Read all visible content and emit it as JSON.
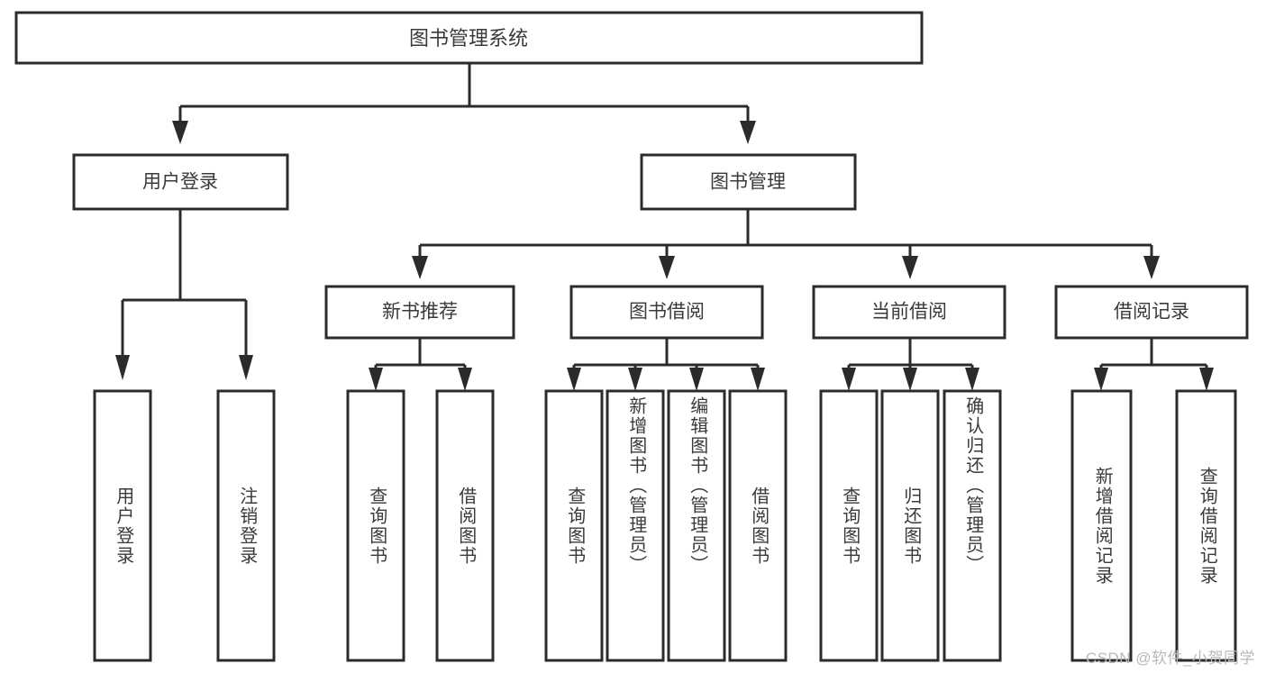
{
  "diagram": {
    "title": "图书管理系统",
    "type": "hierarchy-tree",
    "orientation": "top-down",
    "colors": {
      "background": "#ffffff",
      "box_border": "#2b2b2b",
      "box_fill": "#ffffff",
      "text": "#3a3a3a",
      "connector": "#2b2b2b",
      "watermark": "#b9b9b9"
    },
    "root": {
      "id": "root",
      "label": "图书管理系统"
    },
    "level2": [
      {
        "id": "user-login",
        "label": "用户登录"
      },
      {
        "id": "book-management",
        "label": "图书管理"
      }
    ],
    "level3": [
      {
        "id": "new-book-recommend",
        "label": "新书推荐"
      },
      {
        "id": "book-borrow",
        "label": "图书借阅"
      },
      {
        "id": "current-borrow",
        "label": "当前借阅"
      },
      {
        "id": "borrow-record",
        "label": "借阅记录"
      }
    ],
    "leaves": {
      "user-login": [
        {
          "id": "leaf-user-login",
          "label": "用户登录"
        },
        {
          "id": "leaf-logout",
          "label": "注销登录"
        }
      ],
      "new-book-recommend": [
        {
          "id": "leaf-query-book-1",
          "label": "查询图书"
        },
        {
          "id": "leaf-borrow-book-1",
          "label": "借阅图书"
        }
      ],
      "book-borrow": [
        {
          "id": "leaf-query-book-2",
          "label": "查询图书"
        },
        {
          "id": "leaf-add-book",
          "label": "新增图书（管理员）"
        },
        {
          "id": "leaf-edit-book",
          "label": "编辑图书（管理员）"
        },
        {
          "id": "leaf-borrow-book-2",
          "label": "借阅图书"
        }
      ],
      "current-borrow": [
        {
          "id": "leaf-query-book-3",
          "label": "查询图书"
        },
        {
          "id": "leaf-return-book",
          "label": "归还图书"
        },
        {
          "id": "leaf-confirm-return",
          "label": "确认归还（管理员）"
        }
      ],
      "borrow-record": [
        {
          "id": "leaf-add-record",
          "label": "新增借阅记录"
        },
        {
          "id": "leaf-query-record",
          "label": "查询借阅记录"
        }
      ]
    }
  },
  "watermark": {
    "text": "CSDN @软件_小贺同学"
  }
}
